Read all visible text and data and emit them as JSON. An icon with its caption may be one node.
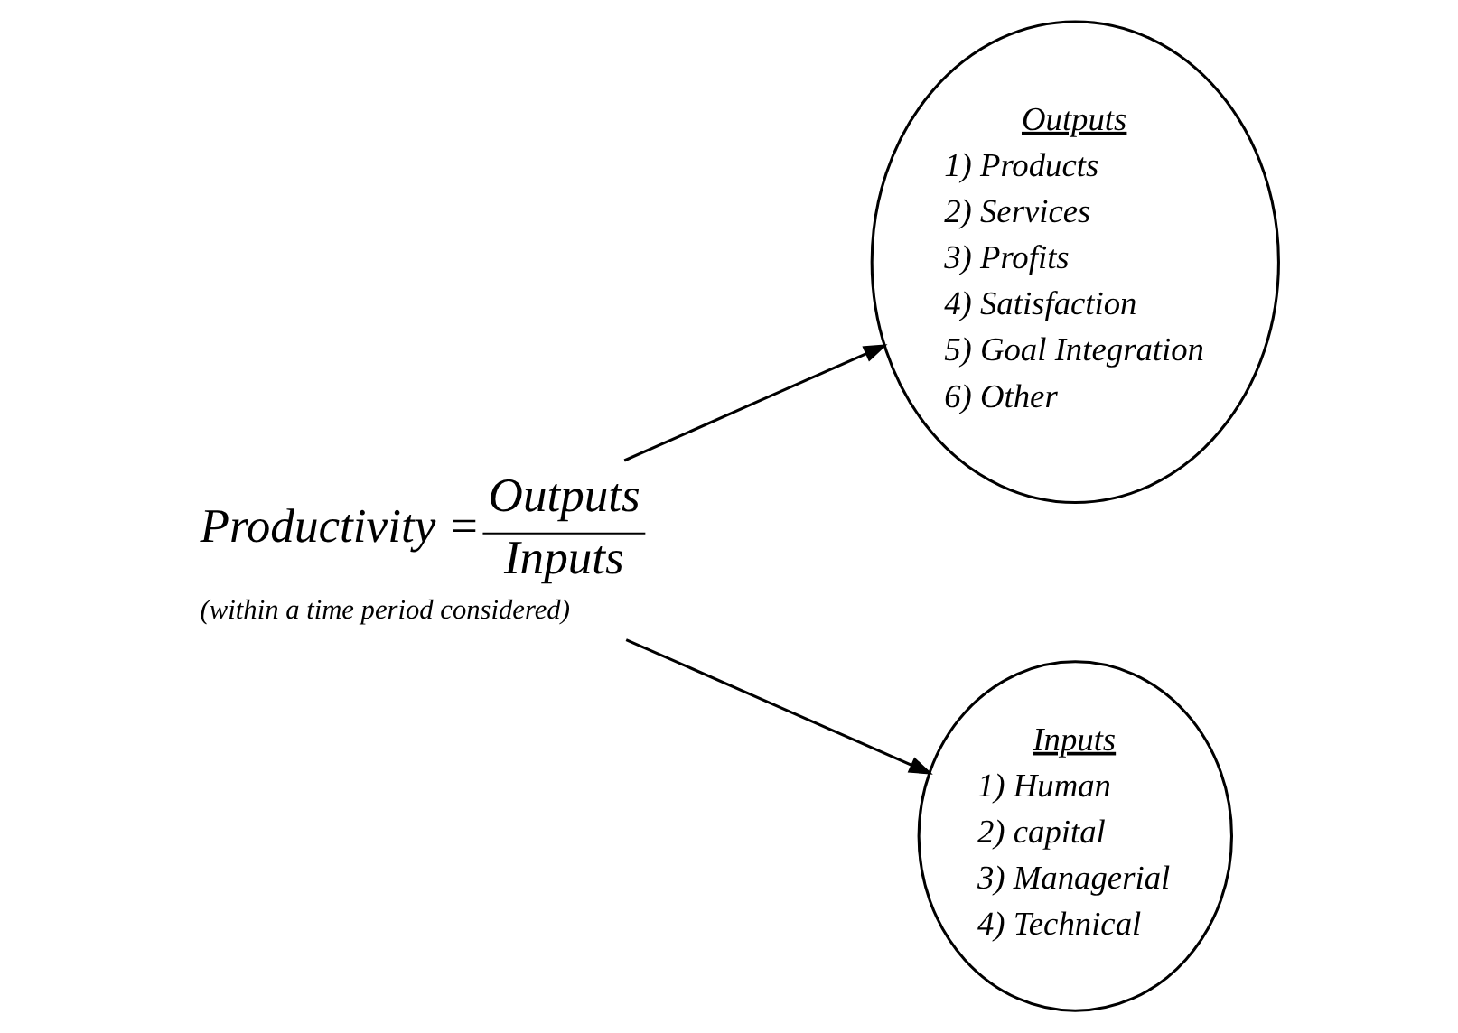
{
  "diagram": {
    "nodes": [
      {
        "text": [
          "Productivity =",
          "Outputs",
          "Inputs",
          "(within a time period considered)"
        ]
      },
      {
        "text": [
          "Outputs",
          "1) Products",
          "2) Services",
          "3) Profits",
          "4) Satisfaction",
          "5) Goal Integration",
          "6) Other"
        ]
      },
      {
        "text": [
          "Inputs",
          "1) Human",
          "2) capital",
          "3) Managerial",
          "4) Technical"
        ]
      }
    ],
    "edges": [
      {
        "from": 0,
        "to": 1,
        "arrow": "to"
      },
      {
        "from": 0,
        "to": 2,
        "arrow": "to"
      }
    ]
  }
}
